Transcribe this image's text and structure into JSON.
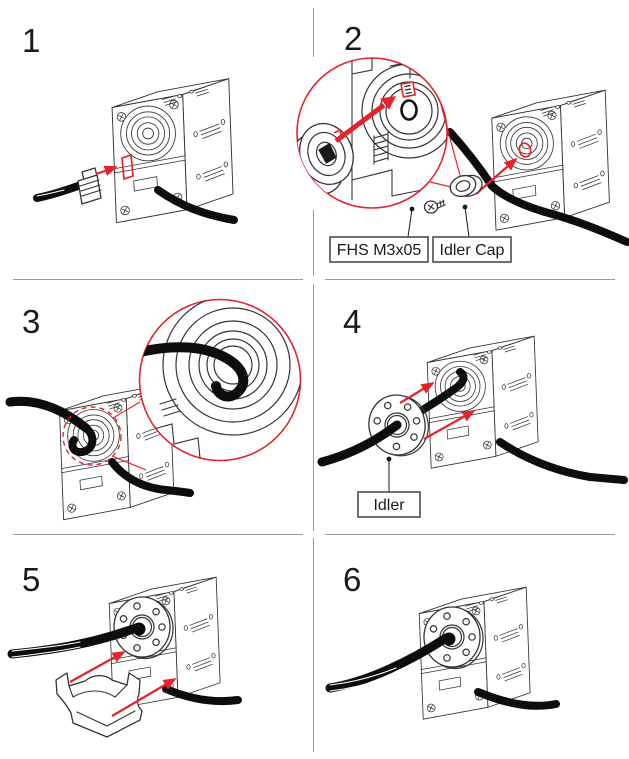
{
  "figure": {
    "type": "assembly-instruction-diagram",
    "background": "#ffffff",
    "divider_color": "#999999",
    "accent_red": "#e5232d",
    "line_color": "#333333",
    "cable_color": "#0d0d0d",
    "grid": "2 columns x 3 rows"
  },
  "steps": [
    {
      "number": "1",
      "description": "insert-connector-into-motor"
    },
    {
      "number": "2",
      "description": "attach-idler-cap-with-fhs-screw"
    },
    {
      "number": "3",
      "description": "route-cable-around-idler-cap"
    },
    {
      "number": "4",
      "description": "attach-idler-flange"
    },
    {
      "number": "5",
      "description": "attach-bracket"
    },
    {
      "number": "6",
      "description": "assembled-result"
    }
  ],
  "labels": {
    "fhs_screw": "FHS M3x05",
    "idler_cap": "Idler Cap",
    "idler": "Idler"
  }
}
